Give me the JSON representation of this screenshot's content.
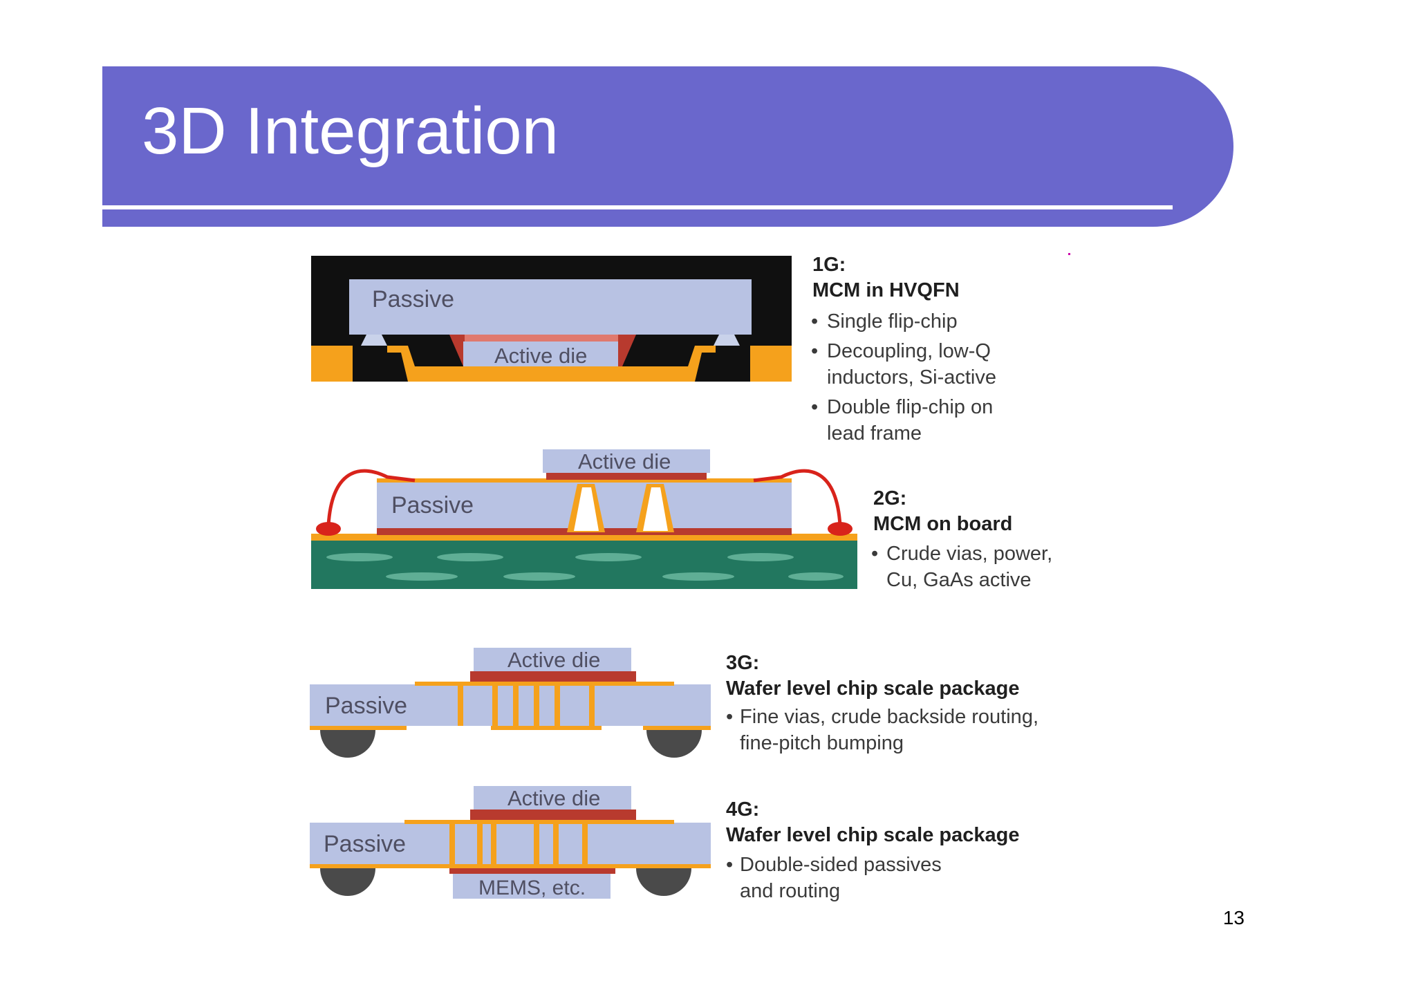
{
  "slide": {
    "title": "3D Integration",
    "page_number": "13"
  },
  "colors": {
    "banner": "#6a67cc",
    "passive": "#b8c2e3",
    "copper": "#f5a11c",
    "solder_red": "#b83a2e",
    "board_green": "#22775f",
    "bump_gray": "#4a4a4a",
    "mold_black": "#101010"
  },
  "figure": {
    "labels": {
      "passive": "Passive",
      "active_die": "Active die",
      "mems": "MEMS, etc."
    },
    "generations": [
      {
        "id": "1G:",
        "name": "MCM in HVQFN",
        "bullets": [
          [
            "Single flip-chip"
          ],
          [
            "Decoupling, low-Q",
            "inductors, Si-active"
          ],
          [
            "Double flip-chip on",
            "lead frame"
          ]
        ]
      },
      {
        "id": "2G:",
        "name": "MCM on board",
        "bullets": [
          [
            "Crude vias, power,",
            "Cu, GaAs active"
          ]
        ]
      },
      {
        "id": "3G:",
        "name": "Wafer level chip scale package",
        "bullets": [
          [
            "Fine vias, crude backside routing,",
            "fine-pitch bumping"
          ]
        ]
      },
      {
        "id": "4G:",
        "name": "Wafer level chip scale package",
        "bullets": [
          [
            "Double-sided passives",
            "and routing"
          ]
        ]
      }
    ]
  }
}
